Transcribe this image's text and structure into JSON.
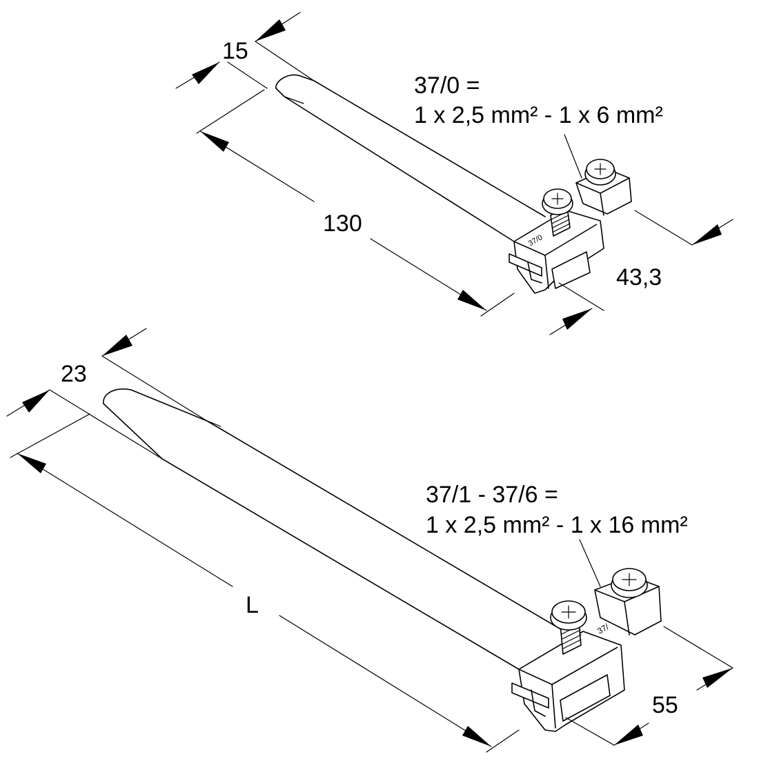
{
  "top_part": {
    "width_label": "15",
    "length_label": "130",
    "clamp_label": "43,3",
    "spec_line1": "37/0 =",
    "spec_line2": "1 x 2,5 mm² - 1 x 6 mm²",
    "stamp": "37/0"
  },
  "bottom_part": {
    "width_label": "23",
    "length_label": "L",
    "clamp_label": "55",
    "spec_line1": "37/1 - 37/6 =",
    "spec_line2": "1 x 2,5 mm² - 1 x 16 mm²",
    "stamp": "37/"
  }
}
